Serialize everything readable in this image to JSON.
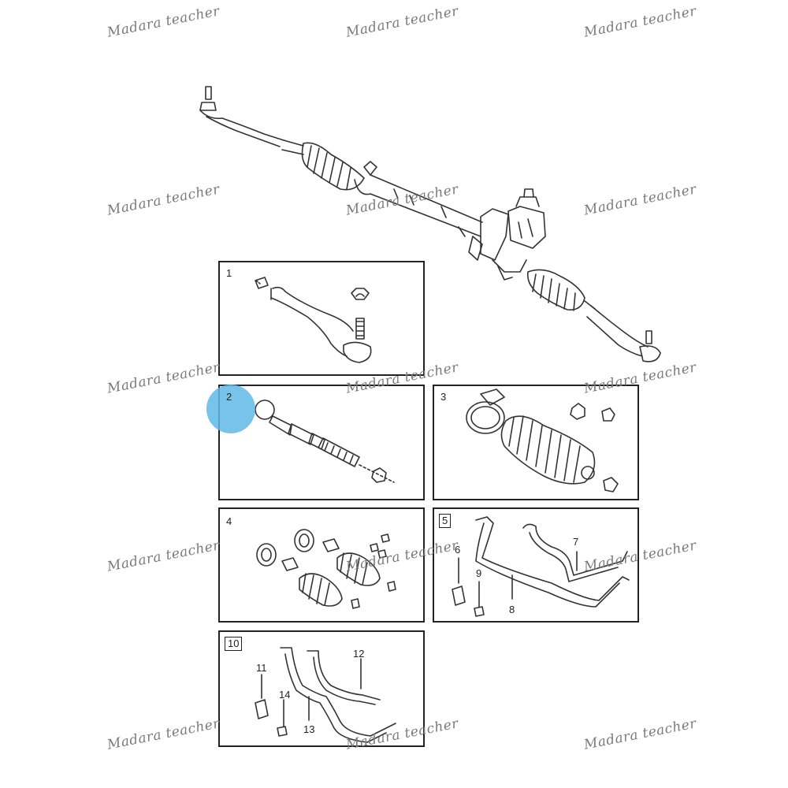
{
  "watermark": "Madara teacher",
  "panels": {
    "p1": "1",
    "p2": "2",
    "p3": "3",
    "p4": "4",
    "p5": "5",
    "p10": "10"
  },
  "callouts": {
    "c6": "6",
    "c7": "7",
    "c8": "8",
    "c9": "9",
    "c11": "11",
    "c12": "12",
    "c13": "13",
    "c14": "14"
  },
  "colors": {
    "line": "#333333",
    "highlight": "#5fb8e6",
    "watermark": "#7a7a7a"
  }
}
